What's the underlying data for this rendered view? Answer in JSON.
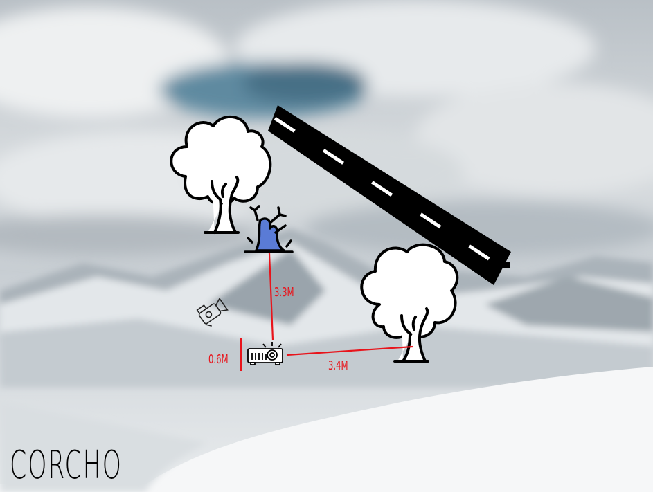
{
  "diagram": {
    "brand": "CORCHO",
    "distances": {
      "trunk_to_projector": "3.3M",
      "projector_to_tree": "3.4M",
      "projector_height": "0.6M"
    },
    "colors": {
      "measure_line": "#e8141b",
      "trunk_fill": "#5a7bd6",
      "road": "#000000",
      "road_marking": "#ffffff",
      "outline": "#000000"
    },
    "icons": [
      "tree-icon",
      "tree-icon",
      "broken-tree-icon",
      "projector-icon",
      "video-camera-icon",
      "road-icon"
    ]
  }
}
